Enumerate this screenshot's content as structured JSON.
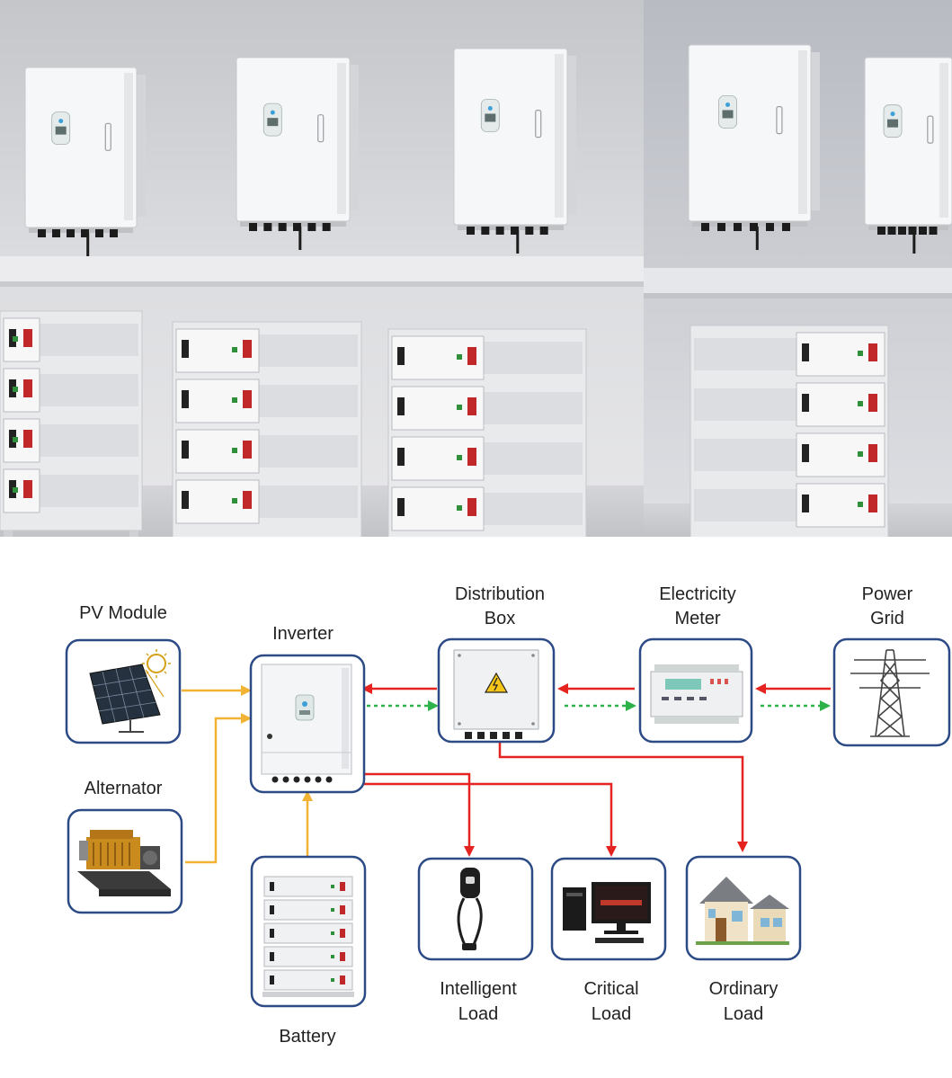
{
  "photo": {
    "inverter_count": 5,
    "battery_stack_count": 4
  },
  "diagram": {
    "pv_module": "PV Module",
    "alternator": "Alternator",
    "inverter": "Inverter",
    "battery": "Battery",
    "distribution_box": [
      "Distribution",
      "Box"
    ],
    "electricity_meter": [
      "Electricity",
      "Meter"
    ],
    "power_grid": [
      "Power",
      "Grid"
    ],
    "intelligent_load": [
      "Intelligent",
      "Load"
    ],
    "critical_load": [
      "Critical",
      "Load"
    ],
    "ordinary_load": [
      "Ordinary",
      "Load"
    ]
  },
  "colors": {
    "box_border": "#2b4a86",
    "dc_line": "#f2b233",
    "ac_line": "#e52421",
    "feed_line": "#2db34a",
    "warning": "#f5c518"
  },
  "icons": {
    "pv": "solar-panel-icon",
    "alt": "generator-icon",
    "inv": "inverter-icon",
    "bat": "battery-stack-icon",
    "dist": "distribution-box-icon",
    "meter": "electricity-meter-icon",
    "grid": "transmission-tower-icon",
    "ev": "ev-charger-icon",
    "pc": "computer-icon",
    "house": "house-icon"
  }
}
